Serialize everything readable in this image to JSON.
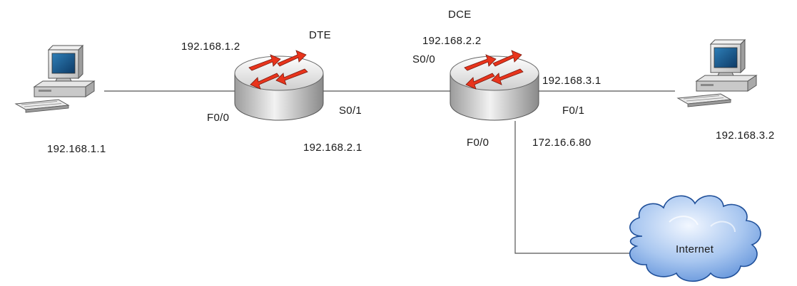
{
  "diagram": {
    "labels": {
      "pc1_ip": "192.168.1.1",
      "r1_f0_0_ip": "192.168.1.2",
      "r1_f0_0_port": "F0/0",
      "dte": "DTE",
      "r1_s0_1_port": "S0/1",
      "r1_s0_1_ip": "192.168.2.1",
      "dce": "DCE",
      "r2_s0_0_ip": "192.168.2.2",
      "r2_s0_0_port": "S0/0",
      "r2_f0_1_ip": "192.168.3.1",
      "r2_f0_1_port": "F0/1",
      "r2_f0_0_port": "F0/0",
      "r2_f0_0_ip": "172.16.6.80",
      "pc2_ip": "192.168.3.2",
      "internet": "Internet"
    },
    "colors": {
      "router_arrow": "#e8341c",
      "router_body": "#d9d9d9",
      "cloud": "#7aa6e6",
      "link": "#555555"
    },
    "icons": [
      "pc-icon",
      "router-icon",
      "router-icon",
      "pc-icon",
      "cloud-icon"
    ]
  }
}
